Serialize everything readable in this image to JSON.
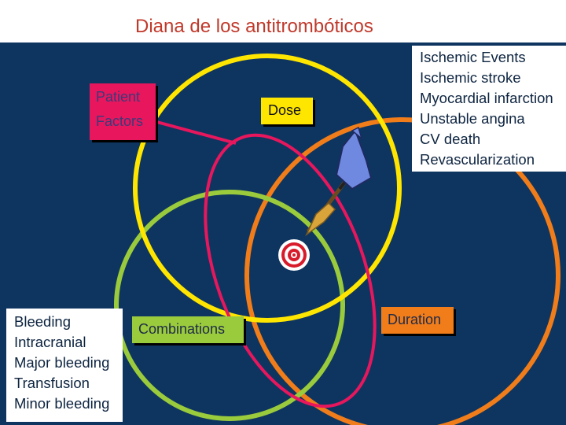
{
  "title": "Diana de los antitrombóticos",
  "labels": {
    "patient_factors": [
      "Patient",
      "Factors"
    ],
    "dose": "Dose",
    "combinations": "Combinations",
    "duration": "Duration"
  },
  "ischemic_events": [
    "Ischemic Events",
    "Ischemic stroke",
    "Myocardial infarction",
    "Unstable angina",
    "CV death",
    "Revascularization"
  ],
  "bleeding": [
    "Bleeding",
    "Intracranial",
    "Major bleeding",
    "Transfusion",
    "Minor bleeding"
  ],
  "colors": {
    "background": "#0e3560",
    "title_text": "#c0392b",
    "circle_dose": "#ffe600",
    "circle_combinations": "#9acb3c",
    "circle_duration": "#f07d1a",
    "circle_patient": "#e8175d",
    "target_red": "#d81b2a",
    "dart_body": "#6f88e0"
  },
  "icons": [
    "target-icon",
    "dart-icon"
  ]
}
